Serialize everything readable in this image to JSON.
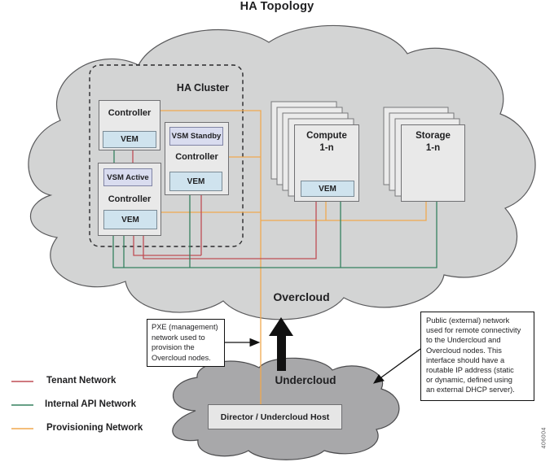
{
  "title": "HA Topology",
  "figure_id": "406004",
  "colors": {
    "tenant_network": "#bf4d55",
    "internal_api_network": "#35805f",
    "provisioning_network": "#f0a94f"
  },
  "overcloud": {
    "label": "Overcloud",
    "ha_cluster": {
      "label": "HA Cluster",
      "controller_top": {
        "label": "Controller",
        "vem_label": "VEM"
      },
      "controller_active": {
        "vsm_label": "VSM Active",
        "label": "Controller",
        "vem_label": "VEM"
      },
      "controller_standby": {
        "vsm_label": "VSM Standby",
        "label": "Controller",
        "vem_label": "VEM"
      }
    },
    "compute_stack": {
      "label": "Compute\n1-n",
      "vem_label": "VEM"
    },
    "storage_stack": {
      "label": "Storage\n1-n"
    }
  },
  "undercloud": {
    "label": "Undercloud",
    "host_label": "Director / Undercloud Host"
  },
  "annotations": {
    "pxe": "PXE (management)\nnetwork used to\nprovision the\nOvercloud nodes.",
    "public": "Public (external) network\nused for remote connectivity\nto the Undercloud and\nOvercloud nodes. This\ninterface should have a\nroutable IP address (static\nor dynamic, defined using\nan external DHCP server)."
  },
  "legend": {
    "items": [
      {
        "label": "Tenant Network"
      },
      {
        "label": "Internal API Network"
      },
      {
        "label": "Provisioning Network"
      }
    ]
  }
}
